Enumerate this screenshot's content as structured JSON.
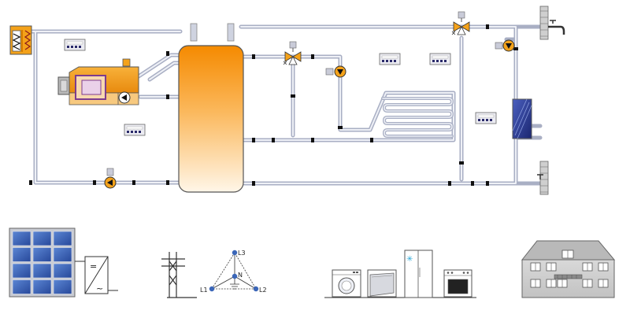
{
  "colors": {
    "pipe_outer": "#a9afc4",
    "pipe_inner": "#eef0f6",
    "tank_top": "#f58a00",
    "tank_bottom": "#fff4e2",
    "boiler": "#f4a21a",
    "pump": "#f4a21a",
    "solar_cell": "#3b66b8",
    "exchanger": "#27378f",
    "fridge_symbol": "#2aa8d8"
  },
  "icons": {
    "solar_collector": "solar-collector-icon",
    "boiler": "boiler-icon",
    "tank": "buffer-tank-icon",
    "pump": "pump-icon",
    "valve": "three-way-valve-icon",
    "controller": "controller-display-icon",
    "floor_heating": "floor-heating-icon",
    "exchanger": "heat-exchanger-icon",
    "tap": "water-tap-icon",
    "pv_panel": "pv-panel-icon",
    "inverter": "inverter-icon",
    "pylon": "power-pylon-icon",
    "phase_triangle": "three-phase-triangle-icon",
    "washer": "washing-machine-icon",
    "dishwasher": "dishwasher-icon",
    "fridge": "fridge-icon",
    "oven": "oven-icon",
    "house": "house-icon"
  },
  "phases": {
    "l1": "L1",
    "l2": "L2",
    "l3": "L3",
    "n": "N"
  },
  "inverter_symbols": {
    "dc": "=",
    "ac": "~"
  },
  "fridge_symbol": "✳"
}
